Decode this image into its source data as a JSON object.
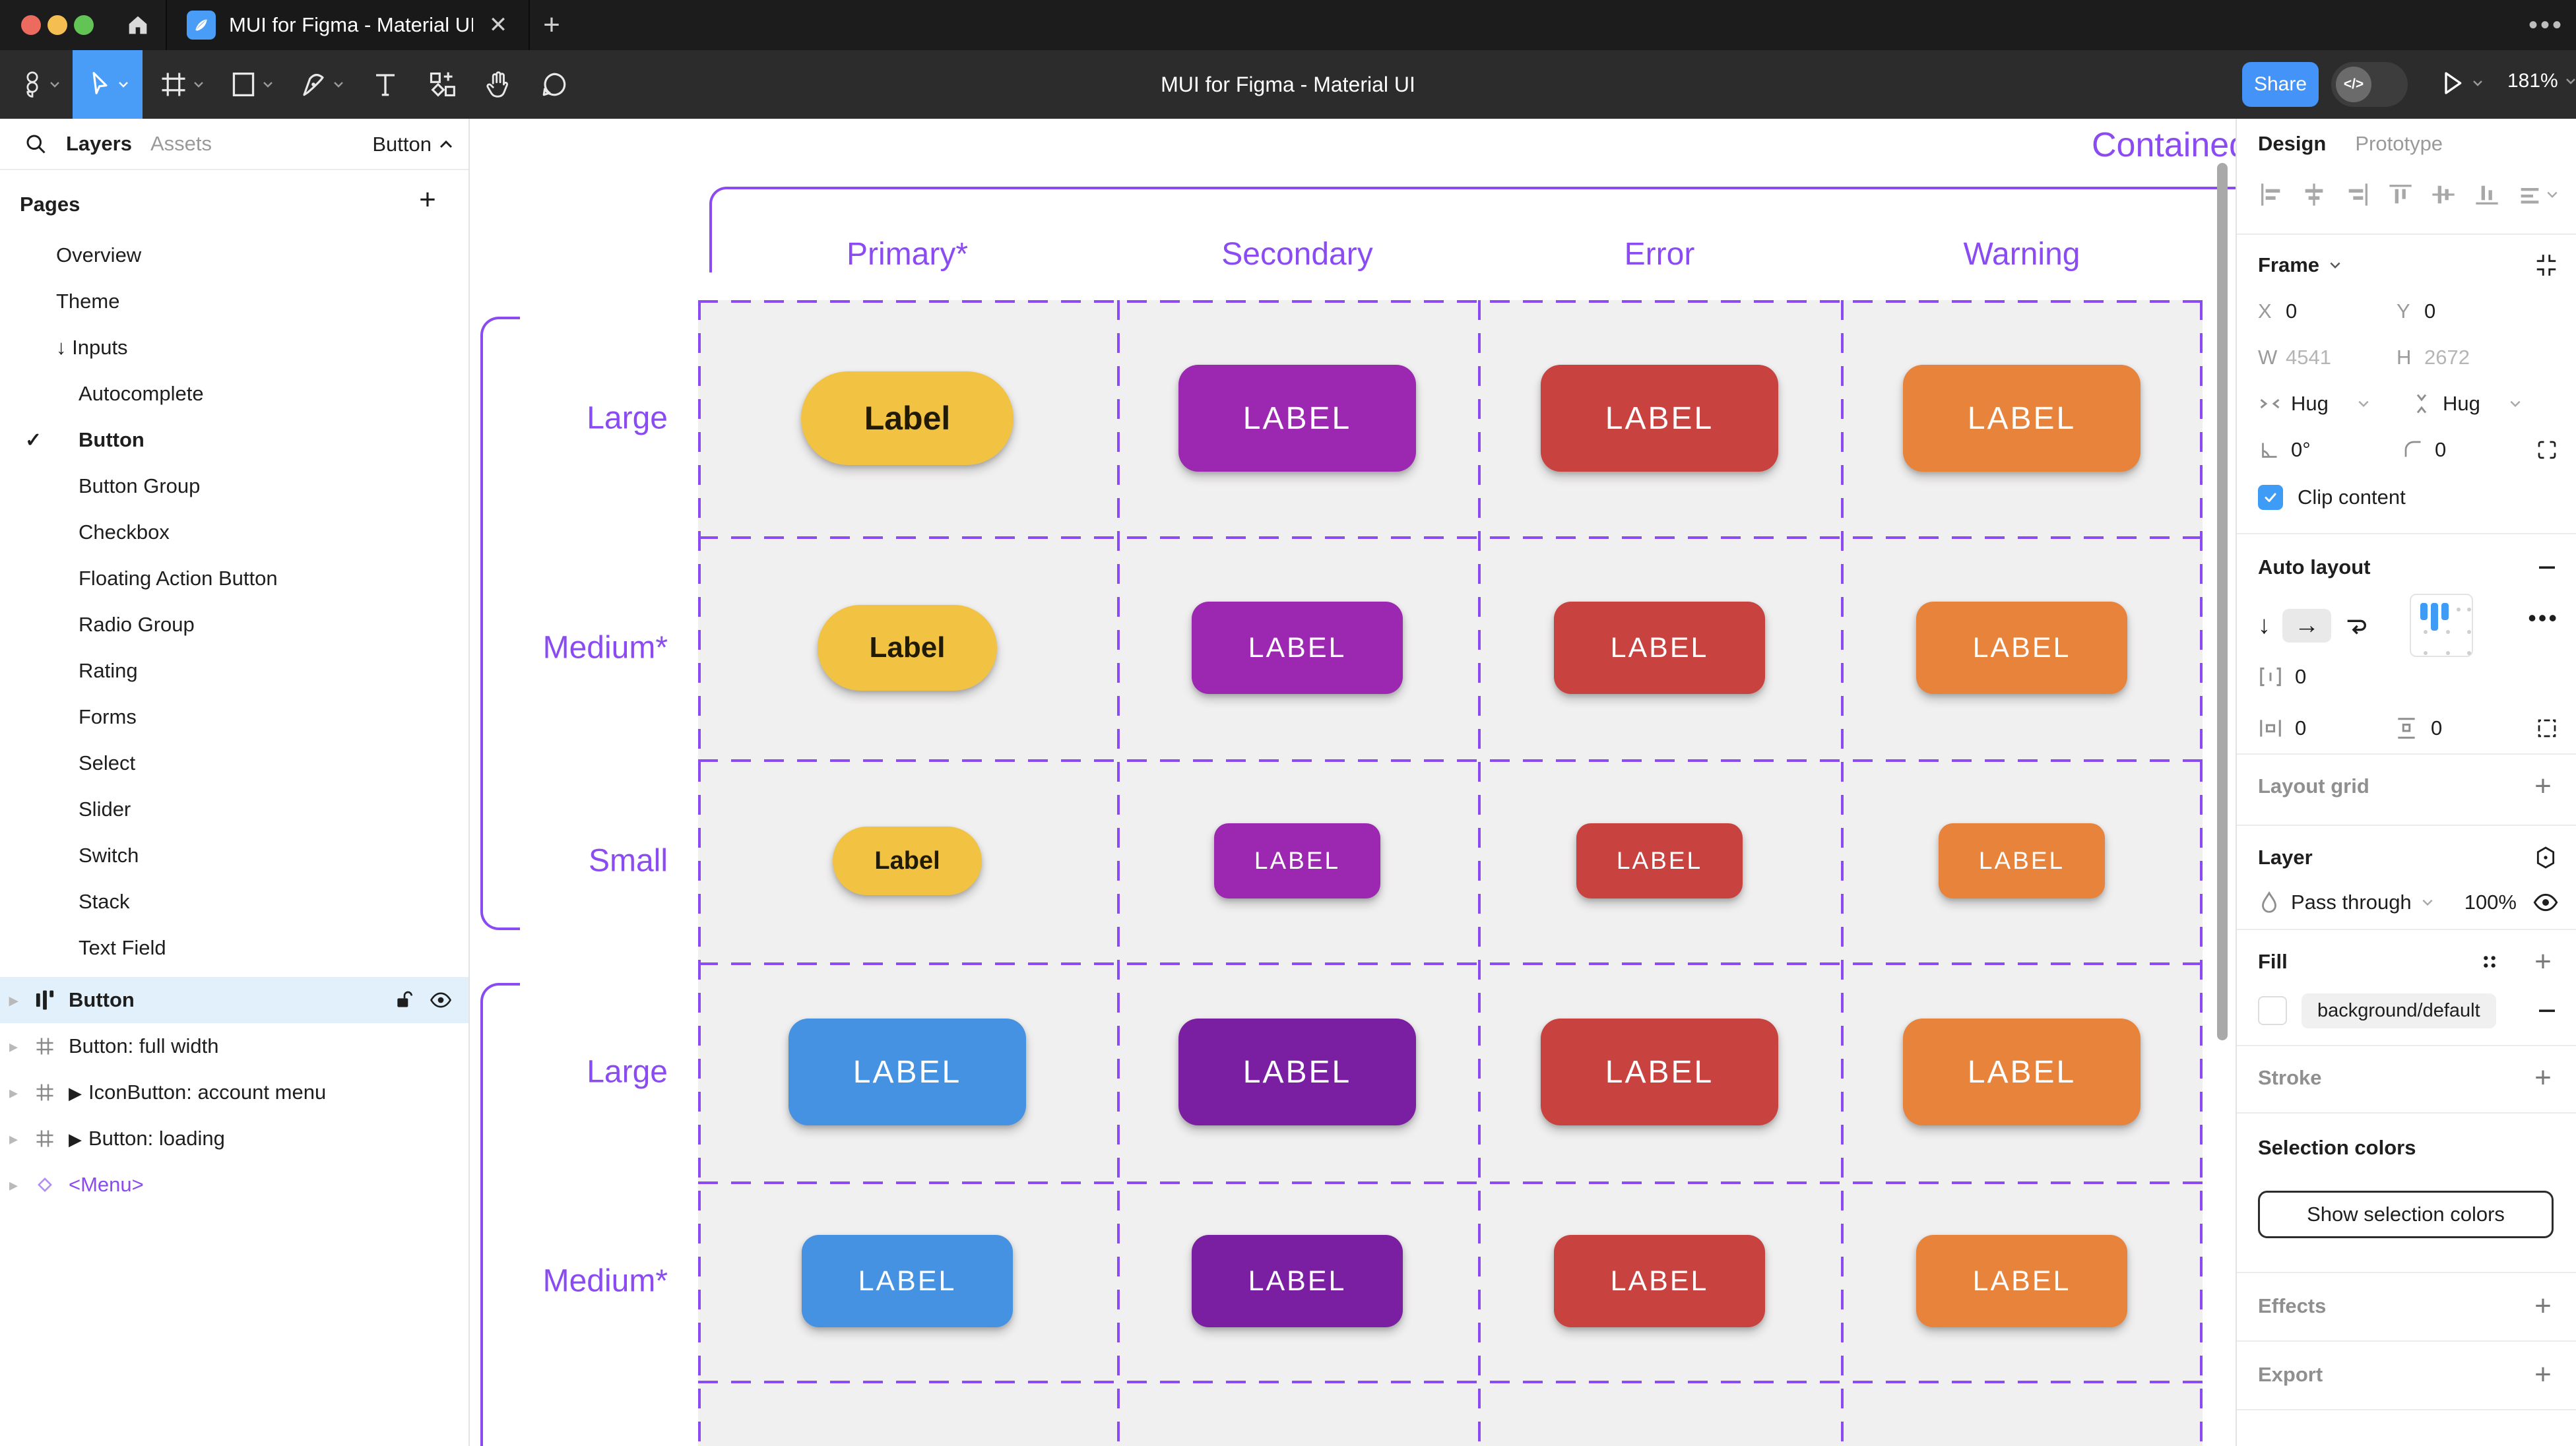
{
  "titlebar": {
    "tab_title": "MUI for Figma - Material UI",
    "close_label": "✕",
    "new_tab_label": "+",
    "overflow_label": "•••"
  },
  "toolbar": {
    "document_title": "MUI for Figma - Material UI",
    "share_label": "Share",
    "dev_mode_label": "</>",
    "zoom_label": "181%"
  },
  "sidebar": {
    "tabs": [
      {
        "label": "Layers",
        "active": true
      },
      {
        "label": "Assets",
        "active": false
      }
    ],
    "page_selector_label": "Button",
    "pages_header": "Pages",
    "pages": [
      {
        "label": "Overview",
        "level": 1
      },
      {
        "label": "Theme",
        "level": 1
      },
      {
        "label": "Inputs",
        "level": 1,
        "prefix": "↓ "
      },
      {
        "label": "Autocomplete",
        "level": 2
      },
      {
        "label": "Button",
        "level": 2,
        "selected": true
      },
      {
        "label": "Button Group",
        "level": 2
      },
      {
        "label": "Checkbox",
        "level": 2
      },
      {
        "label": "Floating Action Button",
        "level": 2
      },
      {
        "label": "Radio Group",
        "level": 2
      },
      {
        "label": "Rating",
        "level": 2
      },
      {
        "label": "Forms",
        "level": 2
      },
      {
        "label": "Select",
        "level": 2
      },
      {
        "label": "Slider",
        "level": 2
      },
      {
        "label": "Switch",
        "level": 2
      },
      {
        "label": "Stack",
        "level": 2
      },
      {
        "label": "Text Field",
        "level": 2
      }
    ],
    "layers": [
      {
        "name": "Button",
        "icon": "auto-layout",
        "selected": true
      },
      {
        "name": "Button: full width",
        "icon": "frame"
      },
      {
        "name": "IconButton: account menu",
        "icon": "frame",
        "flow": true
      },
      {
        "name": "Button: loading",
        "icon": "frame",
        "flow": true
      },
      {
        "name": "<Menu>",
        "icon": "component",
        "component": true
      }
    ]
  },
  "canvas": {
    "frame_title": "Contained",
    "column_headers": [
      "Primary*",
      "Secondary",
      "Error",
      "Warning"
    ],
    "row_labels": [
      "Large",
      "Medium*",
      "Small",
      "Large",
      "Medium*"
    ],
    "accent_purple": "#8B4BF2",
    "cell_background": "#F1F0F0",
    "button_grid": [
      {
        "size": "lg",
        "cells": [
          {
            "label": "Label",
            "variant": "pill",
            "color": "#F2C242",
            "text_color": "#211B06"
          },
          {
            "label": "LABEL",
            "variant": "contained",
            "color": "#9C27B0"
          },
          {
            "label": "LABEL",
            "variant": "contained",
            "color": "#C8423F"
          },
          {
            "label": "LABEL",
            "variant": "contained",
            "color": "#E8833C"
          }
        ]
      },
      {
        "size": "md",
        "cells": [
          {
            "label": "Label",
            "variant": "pill",
            "color": "#F2C242",
            "text_color": "#211B06"
          },
          {
            "label": "LABEL",
            "variant": "contained",
            "color": "#9C27B0"
          },
          {
            "label": "LABEL",
            "variant": "contained",
            "color": "#C8423F"
          },
          {
            "label": "LABEL",
            "variant": "contained",
            "color": "#E8833C"
          }
        ]
      },
      {
        "size": "sm",
        "cells": [
          {
            "label": "Label",
            "variant": "pill",
            "color": "#F2C242",
            "text_color": "#211B06"
          },
          {
            "label": "LABEL",
            "variant": "contained",
            "color": "#9C27B0"
          },
          {
            "label": "LABEL",
            "variant": "contained",
            "color": "#C8423F"
          },
          {
            "label": "LABEL",
            "variant": "contained",
            "color": "#E8833C"
          }
        ]
      },
      {
        "size": "lg",
        "cells": [
          {
            "label": "LABEL",
            "variant": "contained",
            "color": "#4591E2"
          },
          {
            "label": "LABEL",
            "variant": "contained",
            "color": "#7B1FA2"
          },
          {
            "label": "LABEL",
            "variant": "contained",
            "color": "#C8423F"
          },
          {
            "label": "LABEL",
            "variant": "contained",
            "color": "#E8833C"
          }
        ]
      },
      {
        "size": "md",
        "cells": [
          {
            "label": "LABEL",
            "variant": "contained",
            "color": "#4591E2"
          },
          {
            "label": "LABEL",
            "variant": "contained",
            "color": "#7B1FA2"
          },
          {
            "label": "LABEL",
            "variant": "contained",
            "color": "#C8423F"
          },
          {
            "label": "LABEL",
            "variant": "contained",
            "color": "#E8833C"
          }
        ]
      }
    ]
  },
  "inspector": {
    "tabs": [
      {
        "label": "Design",
        "active": true
      },
      {
        "label": "Prototype",
        "active": false
      }
    ],
    "frame": {
      "section_label": "Frame",
      "x_label": "X",
      "x": "0",
      "y_label": "Y",
      "y": "0",
      "w_label": "W",
      "w": "4541",
      "h_label": "H",
      "h": "2672",
      "h_resize": "Hug",
      "v_resize": "Hug",
      "rotation": "0°",
      "corner_radius": "0",
      "clip_label": "Clip content",
      "clip_checked": true
    },
    "auto_layout": {
      "section_label": "Auto layout",
      "gap": "0",
      "padding_h": "0",
      "padding_v": "0"
    },
    "layout_grid": {
      "section_label": "Layout grid"
    },
    "layer": {
      "section_label": "Layer",
      "blend_mode": "Pass through",
      "opacity": "100%"
    },
    "fill": {
      "section_label": "Fill",
      "style_name": "background/default"
    },
    "stroke": {
      "section_label": "Stroke"
    },
    "selection_colors": {
      "section_label": "Selection colors",
      "button_label": "Show selection colors"
    },
    "effects": {
      "section_label": "Effects"
    },
    "export": {
      "section_label": "Export"
    }
  }
}
